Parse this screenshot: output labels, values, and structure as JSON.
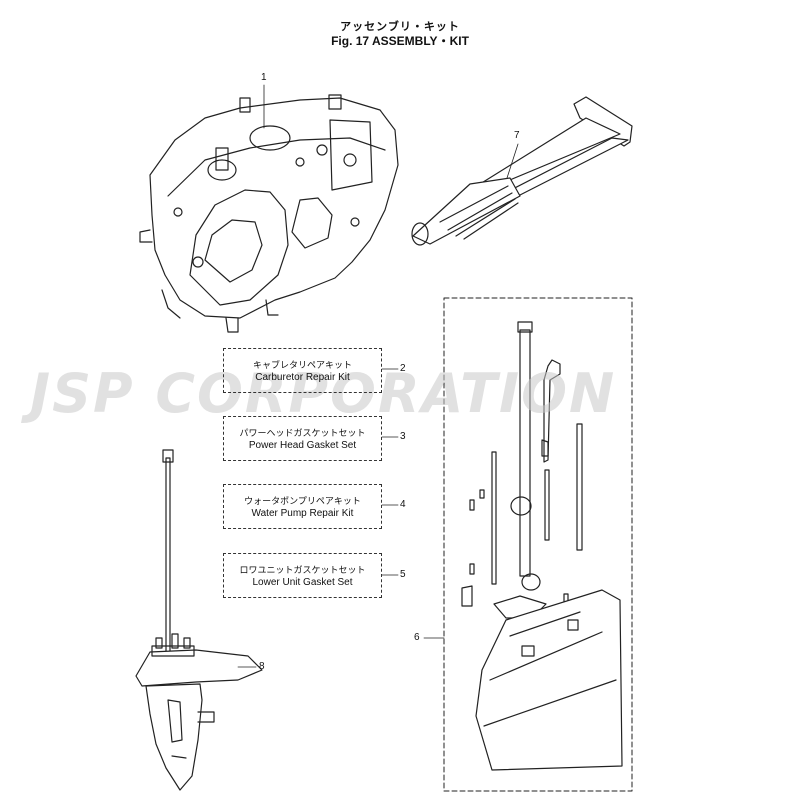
{
  "header": {
    "title_jp": "アッセンブリ・キット",
    "title_en": "Fig. 17    ASSEMBLY・KIT"
  },
  "watermark": {
    "text": "JSP CORPORATION"
  },
  "callouts": [
    "1",
    "2",
    "3",
    "4",
    "5",
    "6",
    "7",
    "8"
  ],
  "kits": [
    {
      "jp": "キャブレタリペアキット",
      "en": "Carburetor Repair Kit"
    },
    {
      "jp": "パワーヘッドガスケットセット",
      "en": "Power Head Gasket Set"
    },
    {
      "jp": "ウォータポンプリペアキット",
      "en": "Water Pump Repair Kit"
    },
    {
      "jp": "ロワユニットガスケットセット",
      "en": "Lower Unit Gasket Set"
    }
  ],
  "colors": {
    "line": "#222222",
    "watermark": "#c8c8c8"
  }
}
